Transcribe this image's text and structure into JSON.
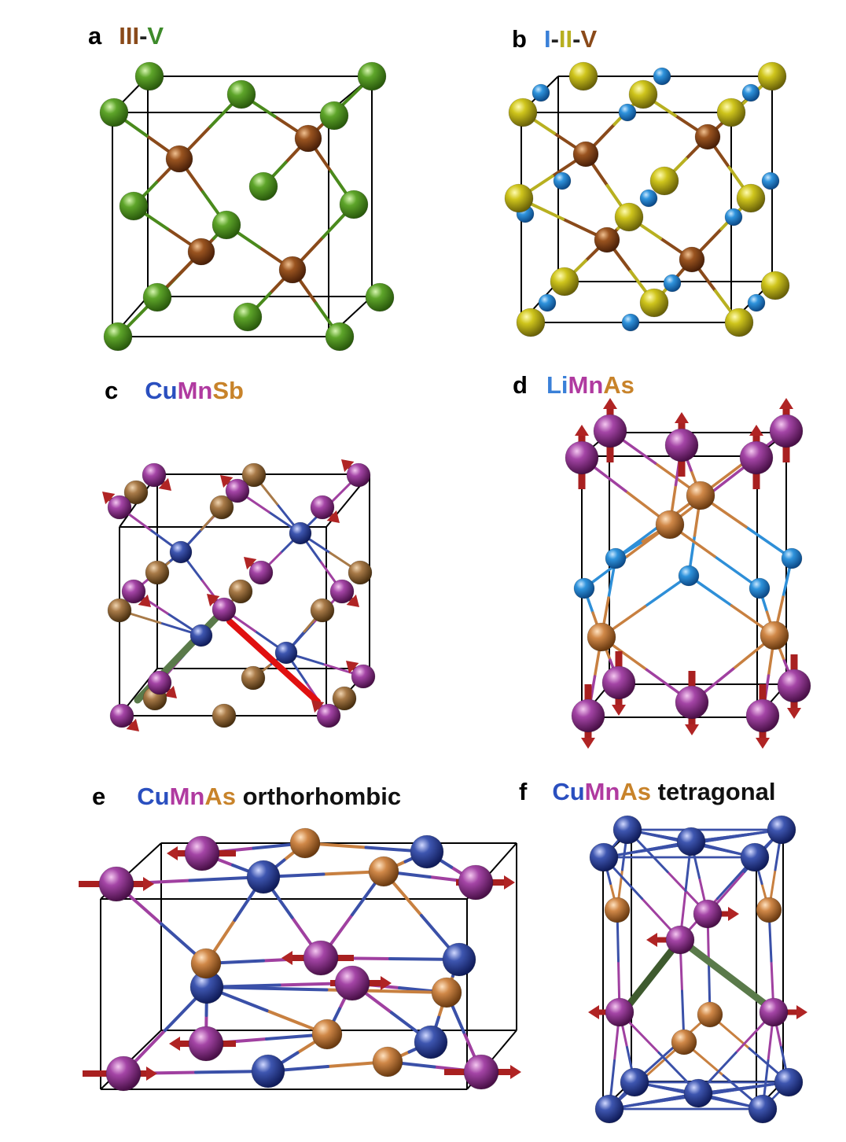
{
  "colors": {
    "green": "#4a8a1c",
    "brown": "#8a4a1a",
    "yellow": "#c8c01a",
    "lightblue": "#2e8fd8",
    "purple": "#a040a0",
    "orange": "#c88040",
    "blue": "#3a50a8",
    "arrow": "#a82020",
    "red": "#e01010",
    "darkgreen": "#4a6e3a",
    "title_blue": "#2a4fbf",
    "title_purple": "#b03aa0",
    "title_orange": "#c8832a",
    "title_brown": "#8a4a1a",
    "title_green": "#3d8a2a",
    "title_yellow": "#b8b020",
    "title_lightblue": "#3a80d8"
  },
  "panels": {
    "a": {
      "letter": "a",
      "title": [
        {
          "text": "III",
          "color": "title_brown"
        },
        {
          "text": "-",
          "color": "title_black"
        },
        {
          "text": "V",
          "color": "title_green"
        }
      ]
    },
    "b": {
      "letter": "b",
      "title": [
        {
          "text": "I",
          "color": "title_lightblue"
        },
        {
          "text": "-",
          "color": "title_black"
        },
        {
          "text": "II",
          "color": "title_yellow"
        },
        {
          "text": "-",
          "color": "title_black"
        },
        {
          "text": "V",
          "color": "title_brown"
        }
      ]
    },
    "c": {
      "letter": "c",
      "title": [
        {
          "text": "Cu",
          "color": "title_blue"
        },
        {
          "text": "Mn",
          "color": "title_purple"
        },
        {
          "text": "Sb",
          "color": "title_orange"
        }
      ]
    },
    "d": {
      "letter": "d",
      "title": [
        {
          "text": "Li",
          "color": "title_lightblue"
        },
        {
          "text": "Mn",
          "color": "title_purple"
        },
        {
          "text": "As",
          "color": "title_orange"
        }
      ]
    },
    "e": {
      "letter": "e",
      "title": [
        {
          "text": "Cu",
          "color": "title_blue"
        },
        {
          "text": "Mn",
          "color": "title_purple"
        },
        {
          "text": "As",
          "color": "title_orange"
        },
        {
          "text": " orthorhombic",
          "color": "title_black"
        }
      ]
    },
    "f": {
      "letter": "f",
      "title": [
        {
          "text": "Cu",
          "color": "title_blue"
        },
        {
          "text": "Mn",
          "color": "title_purple"
        },
        {
          "text": "As",
          "color": "title_orange"
        },
        {
          "text": " tetragonal",
          "color": "title_black"
        }
      ]
    }
  }
}
